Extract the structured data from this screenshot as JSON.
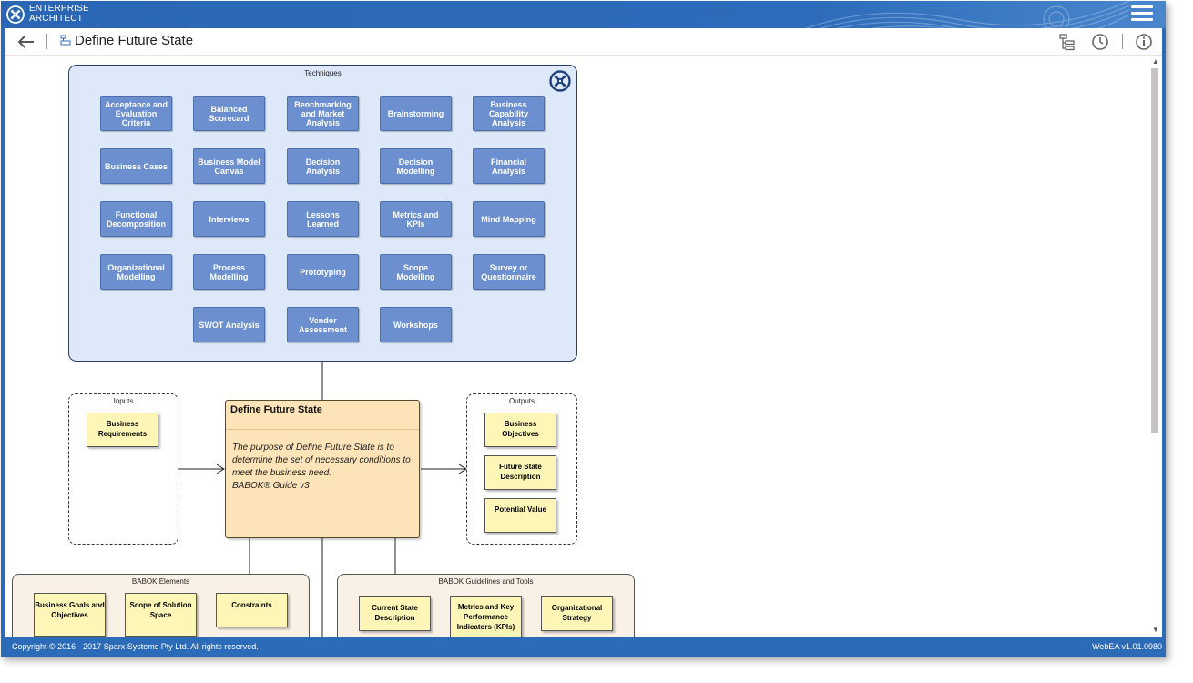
{
  "app": {
    "brand_line1": "ENTERPRISE",
    "brand_line2": "ARCHITECT",
    "page_title": "Define Future State",
    "copyright": "Copyright © 2016 - 2017 Sparx Systems Pty Ltd. All rights reserved.",
    "version": "WebEA v1.01.0980"
  },
  "toolbar": {
    "icons": [
      "back-arrow-icon",
      "diagram-icon",
      "tree-icon",
      "history-icon",
      "info-icon"
    ]
  },
  "techniques": {
    "title": "Techniques",
    "items": [
      "Acceptance and Evaluation Criteria",
      "Balanced Scorecard",
      "Benchmarking and Market Analysis",
      "Brainstorming",
      "Business Capability Analysis",
      "Business Cases",
      "Business Model Canvas",
      "Decision Analysis",
      "Decision Modelling",
      "Financial Analysis",
      "Functional Decomposition",
      "Interviews",
      "Lessons Learned",
      "Metrics and KPIs",
      "Mind Mapping",
      "Organizational Modelling",
      "Process Modelling",
      "Prototyping",
      "Scope Modelling",
      "Survey or Questionnaire",
      "SWOT Analysis",
      "Vendor Assessment",
      "Workshops"
    ]
  },
  "inputs": {
    "title": "Inputs",
    "items": [
      "Business Requirements"
    ]
  },
  "activity": {
    "name": "Define Future State",
    "desc_line1": "The purpose of Define Future State is to determine the set of necessary conditions to meet the business need.",
    "desc_line2": "BABOK® Guide v3"
  },
  "outputs": {
    "title": "Outputs",
    "items": [
      "Business Objectives",
      "Future State Description",
      "Potential Value"
    ]
  },
  "babok_elements": {
    "title": "BABOK Elements",
    "items": [
      "Business Goals and Objectives",
      "Scope of Solution Space",
      "Constraints"
    ]
  },
  "babok_guidelines": {
    "title": "BABOK Guidelines and Tools",
    "items": [
      "Current State Description",
      "Metrics and Key Performance Indicators (KPIs)",
      "Organizational Strategy"
    ]
  },
  "colors": {
    "header_blue": "#2c6bb8",
    "technique_fill": "#6c8fd0",
    "technique_pkg": "#dde8f8",
    "note_yellow": "#fdf6b6",
    "activity_fill": "#fde4b8"
  }
}
